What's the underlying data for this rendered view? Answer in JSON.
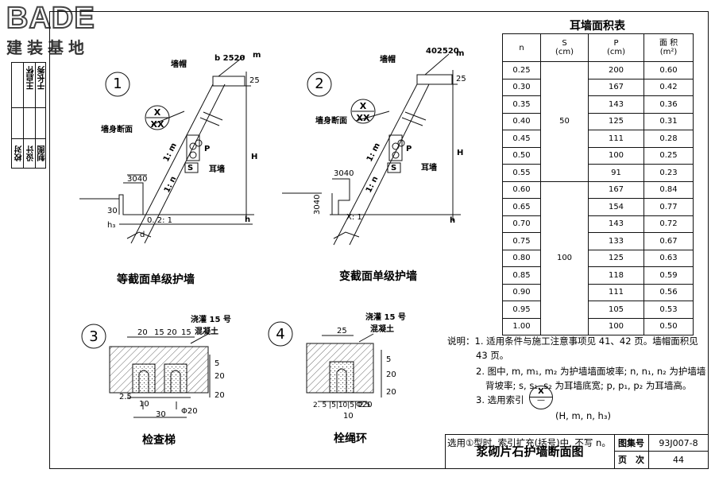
{
  "logo": {
    "brand": "BADE",
    "subtitle": "建装基地"
  },
  "signature_block": {
    "labels": [
      "校对",
      "设计",
      "制图"
    ],
    "names": [
      "王启怀",
      "于长秀"
    ]
  },
  "table": {
    "title": "耳墙面积表",
    "headers": {
      "n": "n",
      "s": "S\n(cm)",
      "p": "P\n(cm)",
      "area": "面 积\n(m²)"
    },
    "rows": [
      {
        "n": "0.25",
        "s": "",
        "p": "200",
        "area": "0.60"
      },
      {
        "n": "0.30",
        "s": "",
        "p": "167",
        "area": "0.42"
      },
      {
        "n": "0.35",
        "s": "",
        "p": "143",
        "area": "0.36"
      },
      {
        "n": "0.40",
        "s": "50",
        "p": "125",
        "area": "0.31"
      },
      {
        "n": "0.45",
        "s": "",
        "p": "111",
        "area": "0.28"
      },
      {
        "n": "0.50",
        "s": "",
        "p": "100",
        "area": "0.25"
      },
      {
        "n": "0.55",
        "s": "",
        "p": "91",
        "area": "0.23"
      },
      {
        "n": "0.60",
        "s": "",
        "p": "167",
        "area": "0.84"
      },
      {
        "n": "0.65",
        "s": "",
        "p": "154",
        "area": "0.77"
      },
      {
        "n": "0.70",
        "s": "",
        "p": "143",
        "area": "0.72"
      },
      {
        "n": "0.75",
        "s": "",
        "p": "133",
        "area": "0.67"
      },
      {
        "n": "0.80",
        "s": "100",
        "p": "125",
        "area": "0.63"
      },
      {
        "n": "0.85",
        "s": "",
        "p": "118",
        "area": "0.59"
      },
      {
        "n": "0.90",
        "s": "",
        "p": "111",
        "area": "0.56"
      },
      {
        "n": "0.95",
        "s": "",
        "p": "105",
        "area": "0.53"
      },
      {
        "n": "1.00",
        "s": "",
        "p": "100",
        "area": "0.50"
      }
    ],
    "s_group_values": [
      "50",
      "100"
    ]
  },
  "figures": {
    "fig1": {
      "number": "1",
      "caption": "等截面单级护墙",
      "labels": {
        "cap": "墙帽",
        "section": "墙身断面",
        "earwall": "耳墙",
        "dims_top": "b 2520",
        "dims_base": "3040",
        "slope1": "1: m",
        "slope2": "1: n",
        "ratio": "0. 2: 1",
        "h": "h",
        "H": "H",
        "h30": "30",
        "h3": "h₃",
        "p": "P",
        "s": "S",
        "d": "d",
        "dim25": "25",
        "sec_x": "X",
        "sec_xx": "XX",
        "m1": "m"
      }
    },
    "fig2": {
      "number": "2",
      "caption": "变截面单级护墙",
      "labels": {
        "cap": "墙帽",
        "section": "墙身断面",
        "earwall": "耳墙",
        "dims_top": "402520",
        "dims_base": "3040",
        "slope1": "1: m",
        "slope2": "1: n",
        "ratio": "X: 1",
        "h": "h",
        "H": "H",
        "h30": "3040",
        "p": "P",
        "s": "S",
        "dim25": "25",
        "sec_x": "X",
        "sec_xx": "XX",
        "m1": "m"
      }
    },
    "fig3": {
      "number": "3",
      "caption": "检查梯",
      "labels": {
        "pour": "浇灌 15 号",
        "concrete": "混凝土",
        "dims_top": [
          "20",
          "15",
          "20",
          "15"
        ],
        "dims_bot": "2.5",
        "dim10": "10",
        "dim30": "30",
        "dim5": "5",
        "dim20a": "20",
        "dim20b": "20",
        "rebar": "Φ20"
      }
    },
    "fig4": {
      "number": "4",
      "caption": "栓绳环",
      "labels": {
        "pour": "浇灌 15 号",
        "concrete": "混凝土",
        "dim25": "25",
        "dims_bot": "2. 5 |5|10|5| 2.5",
        "dim10": "10",
        "dim5": "5",
        "dim20a": "20",
        "dim20b": "20",
        "rebar": "Φ20"
      }
    }
  },
  "notes": {
    "lines": [
      "说明：1. 适用条件与施工注意事项见 41、42 页。墙帽面积见",
      "43 页。",
      "2. 图中, m, m₁, m₂ 为护墙墙面坡率; n, n₁, n₂ 为护墙墙",
      "背坡率; s, s₁, s₂ 为耳墙底宽; p, p₁, p₂ 为耳墙高。",
      "3. 选用索引",
      "(H, m, n, h₃)",
      "选用①型时, 索引扩充(括号)中, 不写 n。"
    ],
    "index_x": "X",
    "index_bottom": "—"
  },
  "title_block": {
    "title": "浆砌片石护墙断面图",
    "atlas_label": "图集号",
    "atlas_value": "93J007-8",
    "page_label": "页　次",
    "page_value": "44"
  }
}
